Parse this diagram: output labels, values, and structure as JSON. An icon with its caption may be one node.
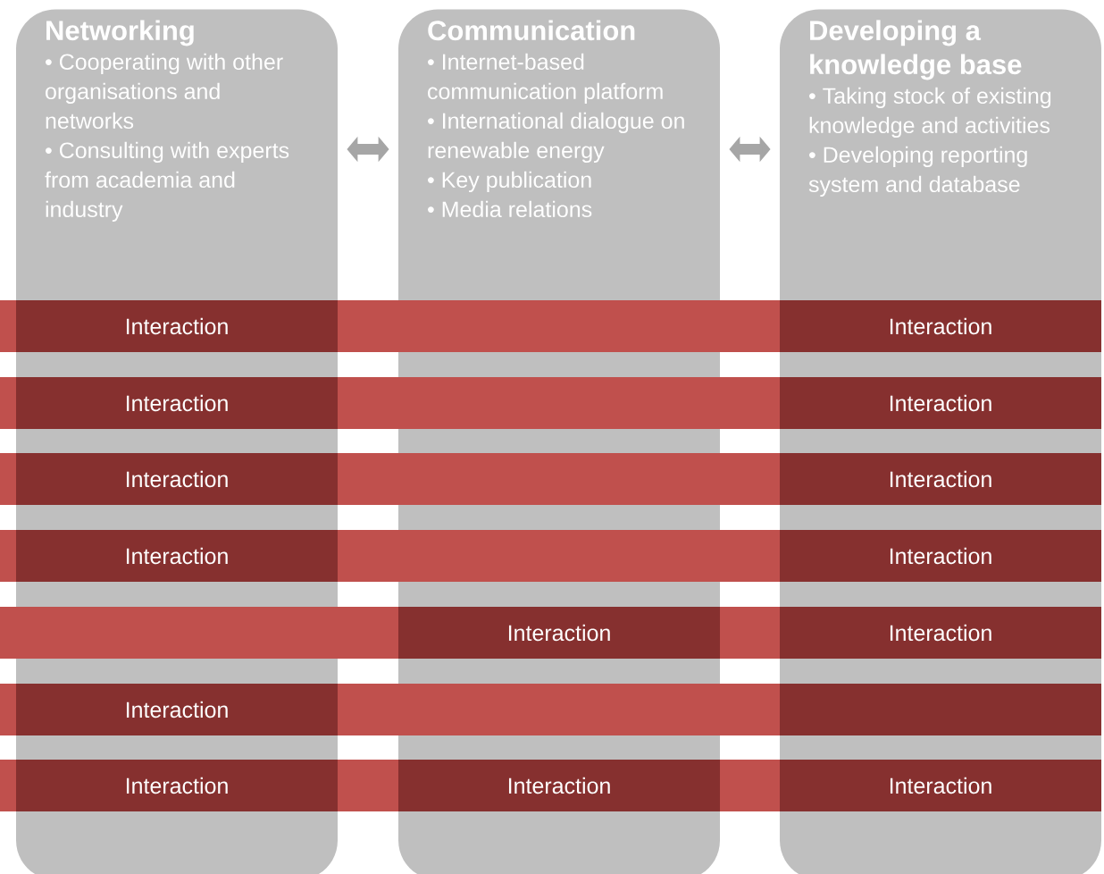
{
  "diagram": {
    "nodes": [
      {
        "text": [
          "Networking",
          "• Cooperating with other organisations and networks",
          "• Consulting with experts from academia and industry"
        ]
      },
      {
        "text": [
          "Communication",
          "• Internet-based communication platform",
          "• International dialogue on renewable energy",
          "• Key publication",
          "• Media relations"
        ]
      },
      {
        "text": [
          "Developing a knowledge base",
          "• Taking stock of existing knowledge and activities",
          "• Developing reporting system and database"
        ]
      },
      {
        "text": [
          "Interaction"
        ],
        "in": 0
      },
      {
        "text": [
          "Interaction"
        ],
        "in": 2
      },
      {
        "text": [
          "Interaction"
        ],
        "in": 0
      },
      {
        "text": [
          "Interaction"
        ],
        "in": 2
      },
      {
        "text": [
          "Interaction"
        ],
        "in": 0
      },
      {
        "text": [
          "Interaction"
        ],
        "in": 2
      },
      {
        "text": [
          "Interaction"
        ],
        "in": 0
      },
      {
        "text": [
          "Interaction"
        ],
        "in": 2
      },
      {
        "text": [
          "Interaction"
        ],
        "in": 1
      },
      {
        "text": [
          "Interaction"
        ],
        "in": 2
      },
      {
        "text": [
          "Interaction"
        ],
        "in": 0
      },
      {
        "text": [],
        "shape": "box",
        "in": 2
      },
      {
        "text": [
          "Interaction"
        ],
        "in": 0
      },
      {
        "text": [
          "Interaction"
        ],
        "in": 1
      },
      {
        "text": [
          "Interaction"
        ],
        "in": 2
      }
    ],
    "edges": [
      {
        "from": 0,
        "to": 1,
        "arrow": "both"
      },
      {
        "from": 1,
        "to": 2,
        "arrow": "both"
      }
    ]
  }
}
